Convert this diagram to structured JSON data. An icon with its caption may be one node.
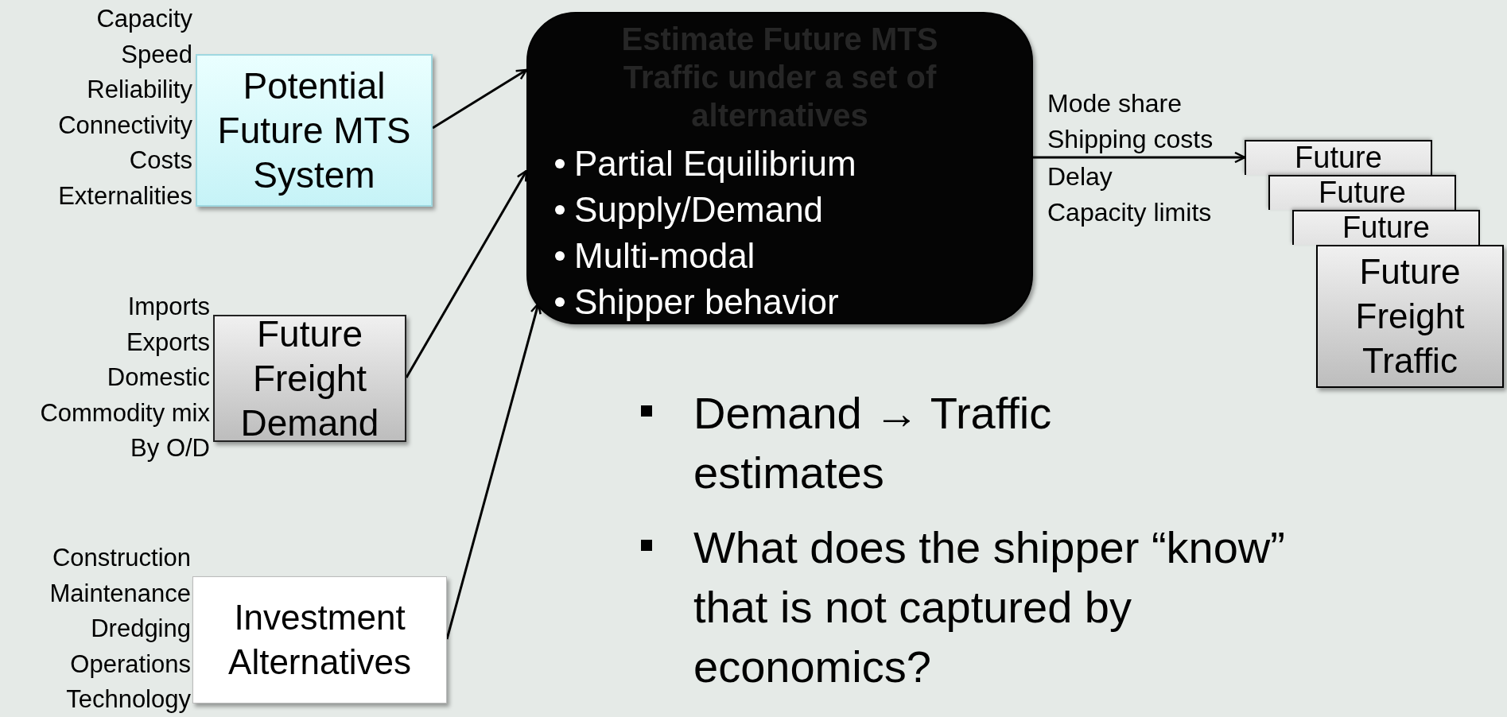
{
  "diagram": {
    "nodes": [
      {
        "text": [
          "Potential Future MTS System"
        ],
        "beside": [
          "Capacity",
          "Speed",
          "Reliability",
          "Connectivity",
          "Costs",
          "Externalities"
        ]
      },
      {
        "text": [
          "Future Freight Demand"
        ],
        "beside": [
          "Imports",
          "Exports",
          "Domestic",
          "Commodity mix",
          "By O/D"
        ]
      },
      {
        "text": [
          "Investment Alternatives"
        ],
        "beside": [
          "Construction",
          "Maintenance",
          "Dredging",
          "Operations",
          "Technology"
        ]
      },
      {
        "text": [
          "Estimate Future MTS Traffic under a set of alternatives",
          "Partial Equilibrium",
          "Supply/Demand",
          "Multi-modal",
          "Shipper behavior"
        ]
      },
      {
        "text": [
          "Future"
        ]
      },
      {
        "text": [
          "Future"
        ]
      },
      {
        "text": [
          "Future"
        ]
      },
      {
        "text": [
          "Future Freight Traffic"
        ]
      }
    ],
    "edges": [
      {
        "from": 0,
        "to": 3,
        "arrow": "to"
      },
      {
        "from": 1,
        "to": 3,
        "arrow": "to"
      },
      {
        "from": 2,
        "to": 3,
        "arrow": "to"
      },
      {
        "from": 3,
        "to": 4,
        "arrow": "to"
      }
    ],
    "labels": [
      "Mode share",
      "Shipping costs",
      "Delay",
      "Capacity limits",
      "Demand → Traffic estimates",
      "What does the shipper “know” that is not captured by economics?"
    ]
  }
}
